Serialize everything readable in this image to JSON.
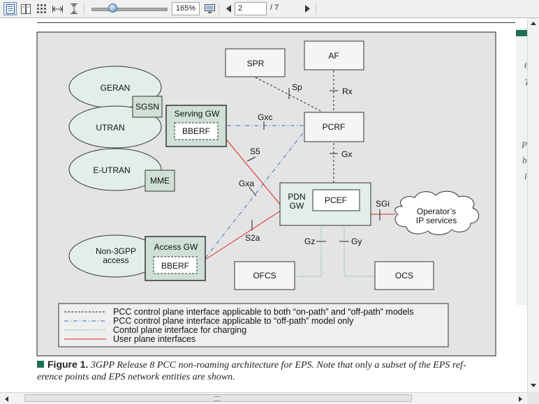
{
  "toolbar": {
    "zoom": "165%",
    "page_current": "2",
    "page_total": "/ 7"
  },
  "figure": {
    "nodes": {
      "spr": "SPR",
      "af": "AF",
      "geran": "GERAN",
      "utran": "UTRAN",
      "eutran": "E-UTRAN",
      "sgsn": "SGSN",
      "mme": "MME",
      "serving_gw": "Serving GW",
      "bberf": "BBERF",
      "pcrf": "PCRF",
      "pdn_gw_1": "PDN",
      "pdn_gw_2": "GW",
      "pcef": "PCEF",
      "operator_1": "Operator’s",
      "operator_2": "IP services",
      "non3gpp_1": "Non-3GPP",
      "non3gpp_2": "access",
      "access_gw": "Access GW",
      "ofcs": "OFCS",
      "ocs": "OCS"
    },
    "interfaces": {
      "sp": "Sp",
      "rx": "Rx",
      "gxc": "Gxc",
      "gx": "Gx",
      "s5": "S5",
      "gxa": "Gxa",
      "s2a": "S2a",
      "sgi": "SGi",
      "gz": "Gz",
      "gy": "Gy"
    },
    "legend": [
      {
        "style": "black-dashed",
        "color": "#222222",
        "text": "PCC control plane interface applicable to both “on-path” and “off-path” models"
      },
      {
        "style": "blue-dashdot",
        "color": "#3a6fc4",
        "text": "PCC control plane interface applicable to “off-path” model only"
      },
      {
        "style": "green-dotted",
        "color": "#3a9a6a",
        "text": "Contol plane interface for charging"
      },
      {
        "style": "red-solid",
        "color": "#e02020",
        "text": "User plane interfaces"
      }
    ]
  },
  "caption": {
    "label": "Figure 1.",
    "line1": "3GPP Release 8 PCC non-roaming architecture for EPS. Note that only a subset of the EPS ref-",
    "line2": "erence points and EPS network entities are shown."
  },
  "side": {
    "letters": [
      "6",
      "T",
      "P",
      "b",
      "l"
    ]
  },
  "colors": {
    "accent_green": "#1e6e56",
    "box_fill": "#cfe0d6",
    "ellipse_fill": "#e2efe8",
    "figure_bg": "#e4e4e4"
  }
}
